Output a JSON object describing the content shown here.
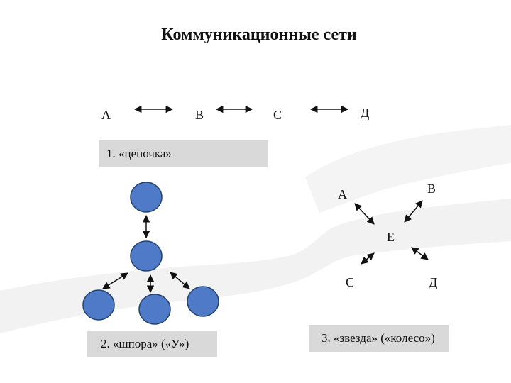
{
  "title": "Коммуникационные сети",
  "colors": {
    "node_fill": "#4f7ac7",
    "node_stroke": "#2f4f86",
    "node_border": "#24446f",
    "edge": "#111111",
    "caption_bg": "#d9d9d9"
  },
  "chain": {
    "caption": "1. «цепочка»",
    "nodes": [
      "А",
      "В",
      "С",
      "Д"
    ]
  },
  "spur": {
    "caption": "2. «шпора» («У»)"
  },
  "star": {
    "caption": "3. «звезда» («колесо»)",
    "nodes": {
      "a": "А",
      "b": "В",
      "center": "Е",
      "c": "С",
      "d": "Д"
    }
  }
}
